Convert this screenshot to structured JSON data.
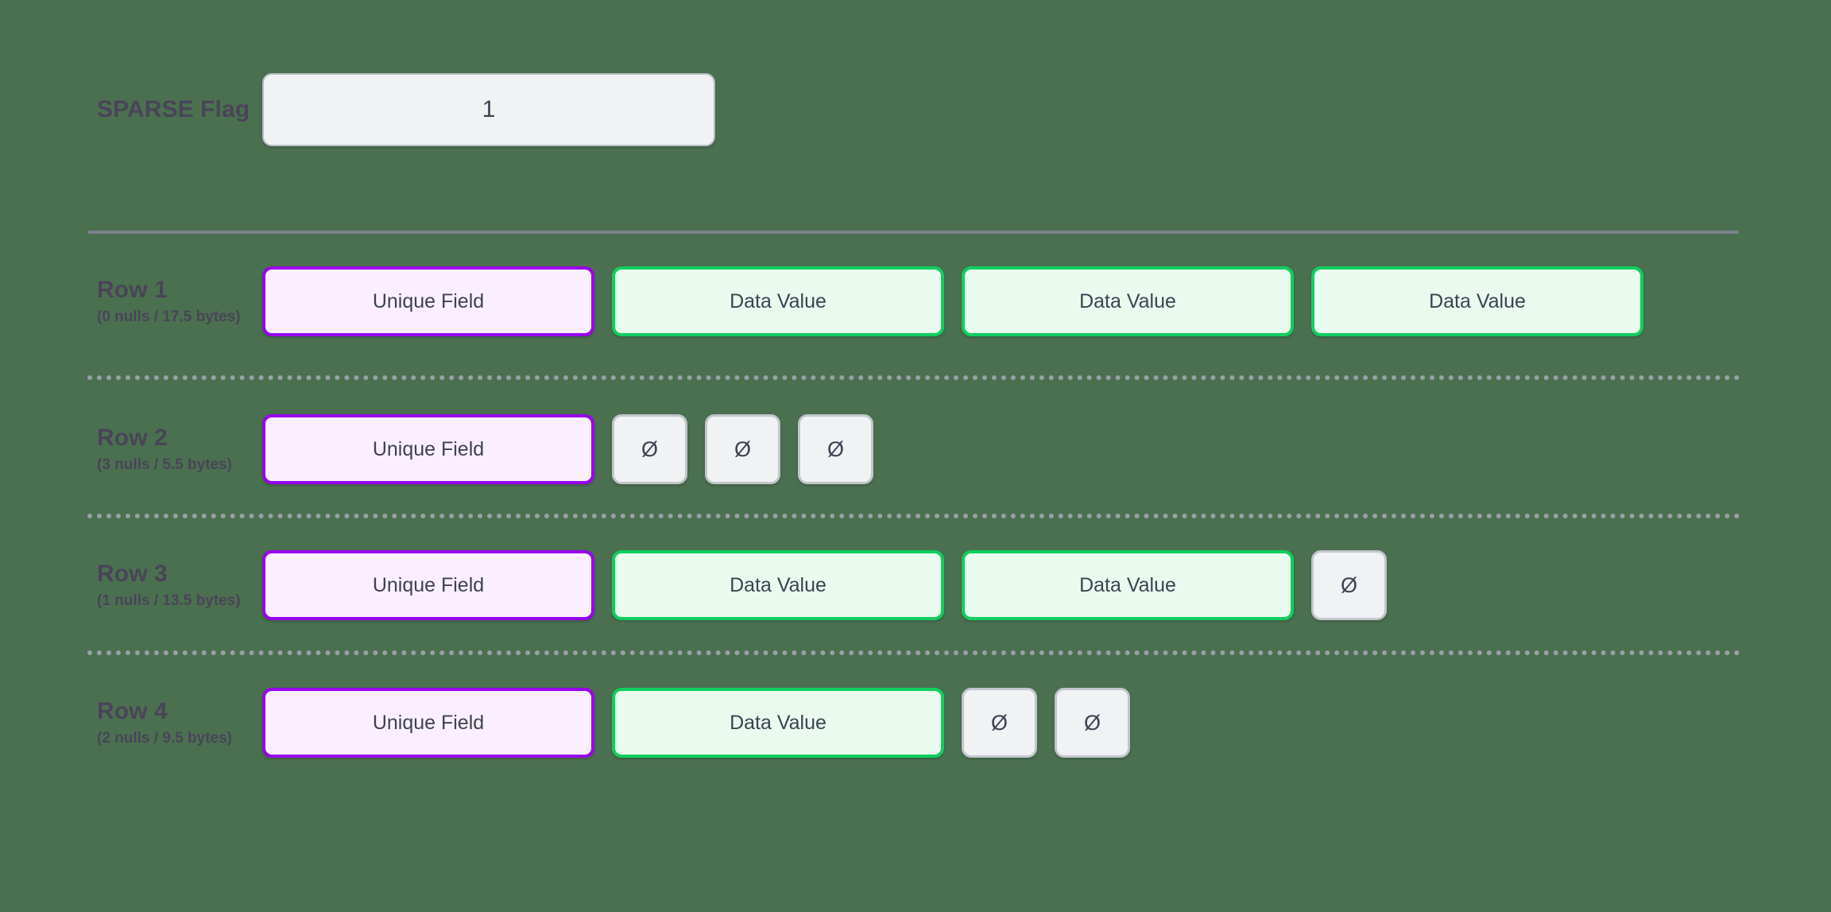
{
  "background_color": "#4a7050",
  "colors": {
    "unique_border": "#9900ee",
    "unique_fill": "#fbeffd",
    "data_border": "#0ecf5e",
    "data_fill": "#e9fbee",
    "null_border": "#c2c6cc",
    "null_fill": "#f1f2f4",
    "label_text": "#4a4458",
    "cell_text": "#3d4352",
    "divider": "#7c828c"
  },
  "flag_row": {
    "label": "SPARSE Flag",
    "value": "1"
  },
  "rows": [
    {
      "label": "Row 1",
      "sublabel": "(0 nulls / 17.5 bytes)",
      "nulls": 0,
      "bytes": 17.5,
      "cells": [
        {
          "type": "unique",
          "text": "Unique Field"
        },
        {
          "type": "data",
          "text": "Data Value"
        },
        {
          "type": "data",
          "text": "Data Value"
        },
        {
          "type": "data",
          "text": "Data Value"
        }
      ]
    },
    {
      "label": "Row 2",
      "sublabel": "(3 nulls / 5.5 bytes)",
      "nulls": 3,
      "bytes": 5.5,
      "cells": [
        {
          "type": "unique",
          "text": "Unique Field"
        },
        {
          "type": "null",
          "text": "Ø"
        },
        {
          "type": "null",
          "text": "Ø"
        },
        {
          "type": "null",
          "text": "Ø"
        }
      ]
    },
    {
      "label": "Row 3",
      "sublabel": "(1 nulls / 13.5 bytes)",
      "nulls": 1,
      "bytes": 13.5,
      "cells": [
        {
          "type": "unique",
          "text": "Unique Field"
        },
        {
          "type": "data",
          "text": "Data Value"
        },
        {
          "type": "data",
          "text": "Data Value"
        },
        {
          "type": "null",
          "text": "Ø"
        }
      ]
    },
    {
      "label": "Row 4",
      "sublabel": "(2 nulls / 9.5 bytes)",
      "nulls": 2,
      "bytes": 9.5,
      "cells": [
        {
          "type": "unique",
          "text": "Unique Field"
        },
        {
          "type": "data",
          "text": "Data Value"
        },
        {
          "type": "null",
          "text": "Ø"
        },
        {
          "type": "null",
          "text": "Ø"
        }
      ]
    }
  ]
}
